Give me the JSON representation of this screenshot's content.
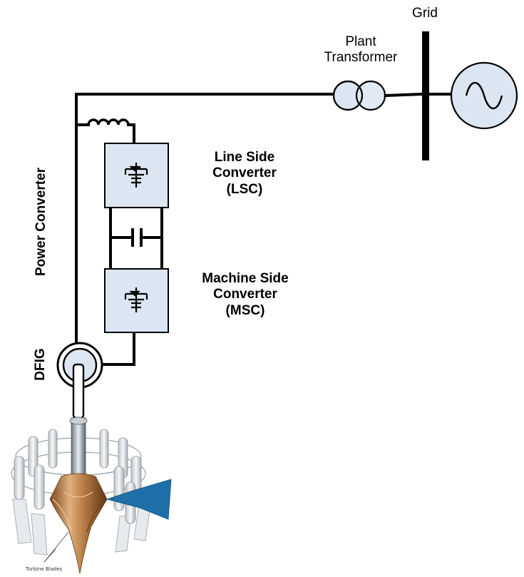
{
  "labels": {
    "grid": "Grid",
    "plant_transformer_line1": "Plant",
    "plant_transformer_line2": "Transformer",
    "lsc_line1": "Line Side",
    "lsc_line2": "Converter",
    "lsc_line3": "(LSC)",
    "msc_line1": "Machine Side",
    "msc_line2": "Converter",
    "msc_line3": "(MSC)",
    "power_converter": "Power Converter",
    "dfig": "DFIG",
    "turbine_blades": "Turbine Blades"
  },
  "icons": {
    "transformer": "two-winding-transformer-icon",
    "ac_source": "ac-source-icon",
    "inductor": "inductor-icon",
    "capacitor": "capacitor-icon",
    "igbt": "igbt-switch-icon",
    "generator": "dfig-generator-icon",
    "turbine": "francis-turbine-icon"
  },
  "colors": {
    "line": "#000000",
    "component_fill": "#dce6f2",
    "turbine_copper": "#b57a45",
    "flow_arrow": "#1f6fa8"
  }
}
